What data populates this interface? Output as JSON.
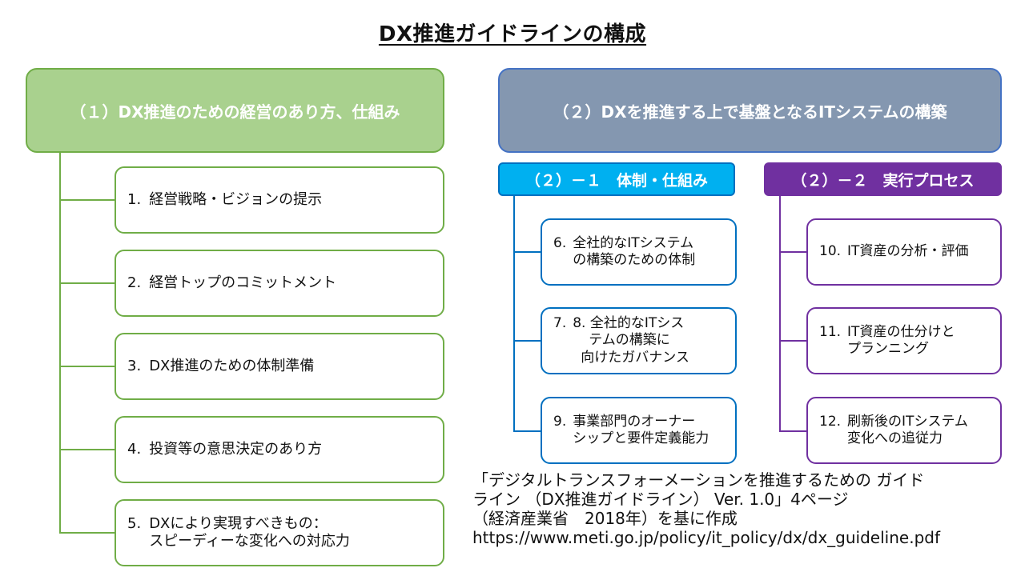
{
  "title": "DX推進ガイドラインの構成",
  "section1": {
    "header": "（１）DX推進のための経営のあり方、仕組み",
    "items": [
      {
        "num": "1.",
        "lines": [
          "経営戦略・ビジョンの提示"
        ]
      },
      {
        "num": "2.",
        "lines": [
          "経営トップのコミットメント"
        ]
      },
      {
        "num": "3.",
        "lines": [
          "DX推進のための体制準備"
        ]
      },
      {
        "num": "4.",
        "lines": [
          "投資等の意思決定のあり方"
        ]
      },
      {
        "num": "5.",
        "lines": [
          "DXにより実現すべきもの：",
          "スピーディーな変化への対応力"
        ]
      }
    ]
  },
  "section2": {
    "header": "（２）DXを推進する上で基盤となるITシステムの構築",
    "sub1": {
      "label": "（２）－１　体制・仕組み",
      "items": [
        {
          "num": "6.",
          "lines": [
            "全社的なITシステム",
            "の構築のための体制"
          ]
        },
        {
          "num": "7.",
          "lines": [
            "8.  全社的なITシス",
            "テムの構築に",
            "向けたガバナンス"
          ]
        },
        {
          "num": "9.",
          "lines": [
            "事業部門のオーナー",
            "シップと要件定義能力"
          ]
        }
      ]
    },
    "sub2": {
      "label": "（２）－２　実行プロセス",
      "items": [
        {
          "num": "10.",
          "lines": [
            "IT資産の分析・評価"
          ]
        },
        {
          "num": "11.",
          "lines": [
            "IT資産の仕分けと",
            "プランニング"
          ]
        },
        {
          "num": "12.",
          "lines": [
            "刷新後のITシステム",
            "変化への追従力"
          ]
        }
      ]
    }
  },
  "credit": {
    "lines": [
      "「デジタルトランスフォーメーションを推進するための ガイド",
      "ライン （DX推進ガイドライン） Ver. 1.0」4ページ",
      "（経済産業省　2018年）を基に作成",
      "https://www.meti.go.jp/policy/it_policy/dx/dx_guideline.pdf"
    ]
  },
  "colors": {
    "green": "#70ad47",
    "green_fill": "#a9d18e",
    "blue": "#0070c0",
    "blue_fill": "#00b0f0",
    "purple": "#7030a0",
    "slate_fill": "#8497b0",
    "slate_border": "#4472c4"
  }
}
